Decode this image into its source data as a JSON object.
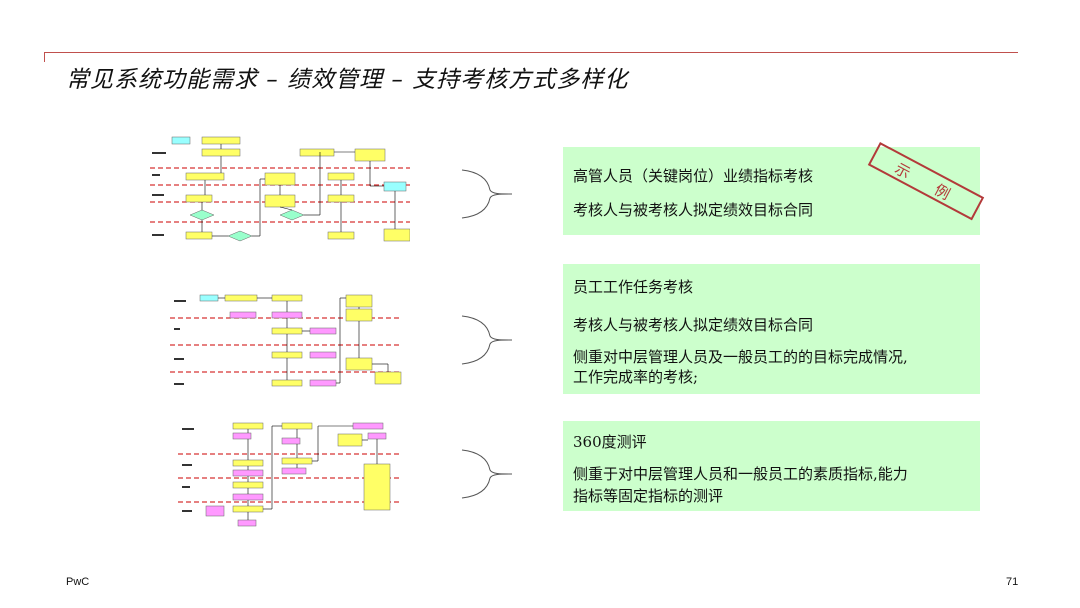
{
  "title": "常见系统功能需求 – 绩效管理 – 支持考核方式多样化",
  "stamp": "示例",
  "cards": [
    {
      "lines": [
        "高管人员（关键岗位）业绩指标考核",
        "考核人与被考核人拟定绩效目标合同"
      ]
    },
    {
      "lines": [
        "员工工作任务考核",
        "考核人与被考核人拟定绩效目标合同",
        "侧重对中层管理人员及一般员工的的目标完成情况,",
        "工作完成率的考核;"
      ]
    },
    {
      "lines": [
        "360度测评",
        "侧重于对中层管理人员和一般员工的素质指标,能力",
        "指标等固定指标的测评"
      ]
    }
  ],
  "footer": {
    "brand": "PwC",
    "page": "71"
  },
  "colors": {
    "card_bg": "#ccffcc",
    "accent_line": "#c0504d",
    "flow_box": "#ffff66",
    "flow_pink": "#ff99ff",
    "flow_cyan": "#99ffff",
    "lane_dash": "#cc0000"
  }
}
